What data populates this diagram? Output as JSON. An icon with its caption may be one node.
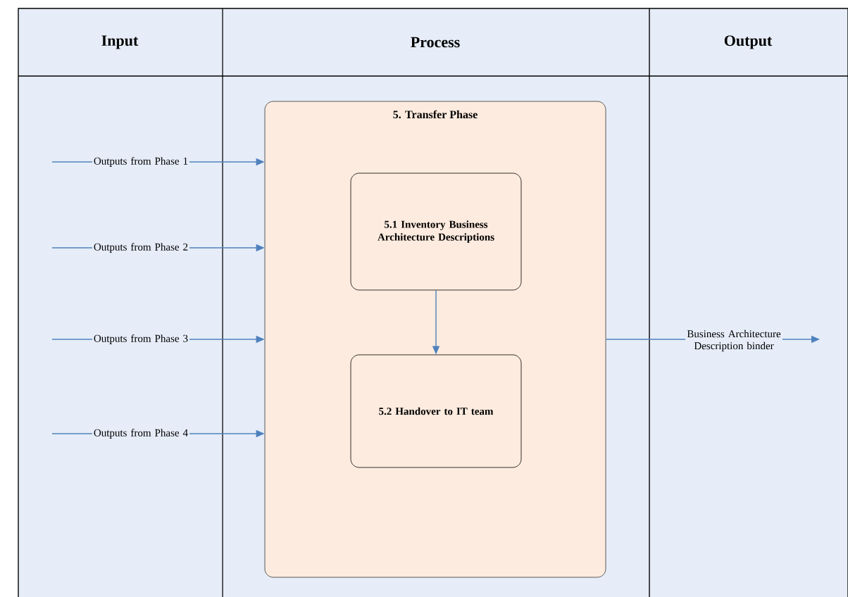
{
  "diagram": {
    "nodes": [
      {
        "text": [
          "5. Transfer Phase"
        ]
      },
      {
        "text": [
          "5.1 Inventory Business Architecture Descriptions"
        ],
        "in": 0
      },
      {
        "text": [
          "5.2 Handover to IT team"
        ],
        "in": 0
      }
    ],
    "edges": [
      {
        "from": 1,
        "to": 2,
        "arrow": "to"
      },
      {
        "from": null,
        "to": 0,
        "arrow": "to",
        "label": "Outputs from Phase 1"
      },
      {
        "from": null,
        "to": 0,
        "arrow": "to",
        "label": "Outputs from Phase 2"
      },
      {
        "from": null,
        "to": 0,
        "arrow": "to",
        "label": "Outputs from Phase 3"
      },
      {
        "from": null,
        "to": 0,
        "arrow": "to",
        "label": "Outputs from Phase 4"
      },
      {
        "from": 0,
        "to": null,
        "arrow": "to",
        "label": "Business Architecture Description binder"
      }
    ],
    "labels": [
      "Input",
      "Process",
      "Output"
    ]
  }
}
